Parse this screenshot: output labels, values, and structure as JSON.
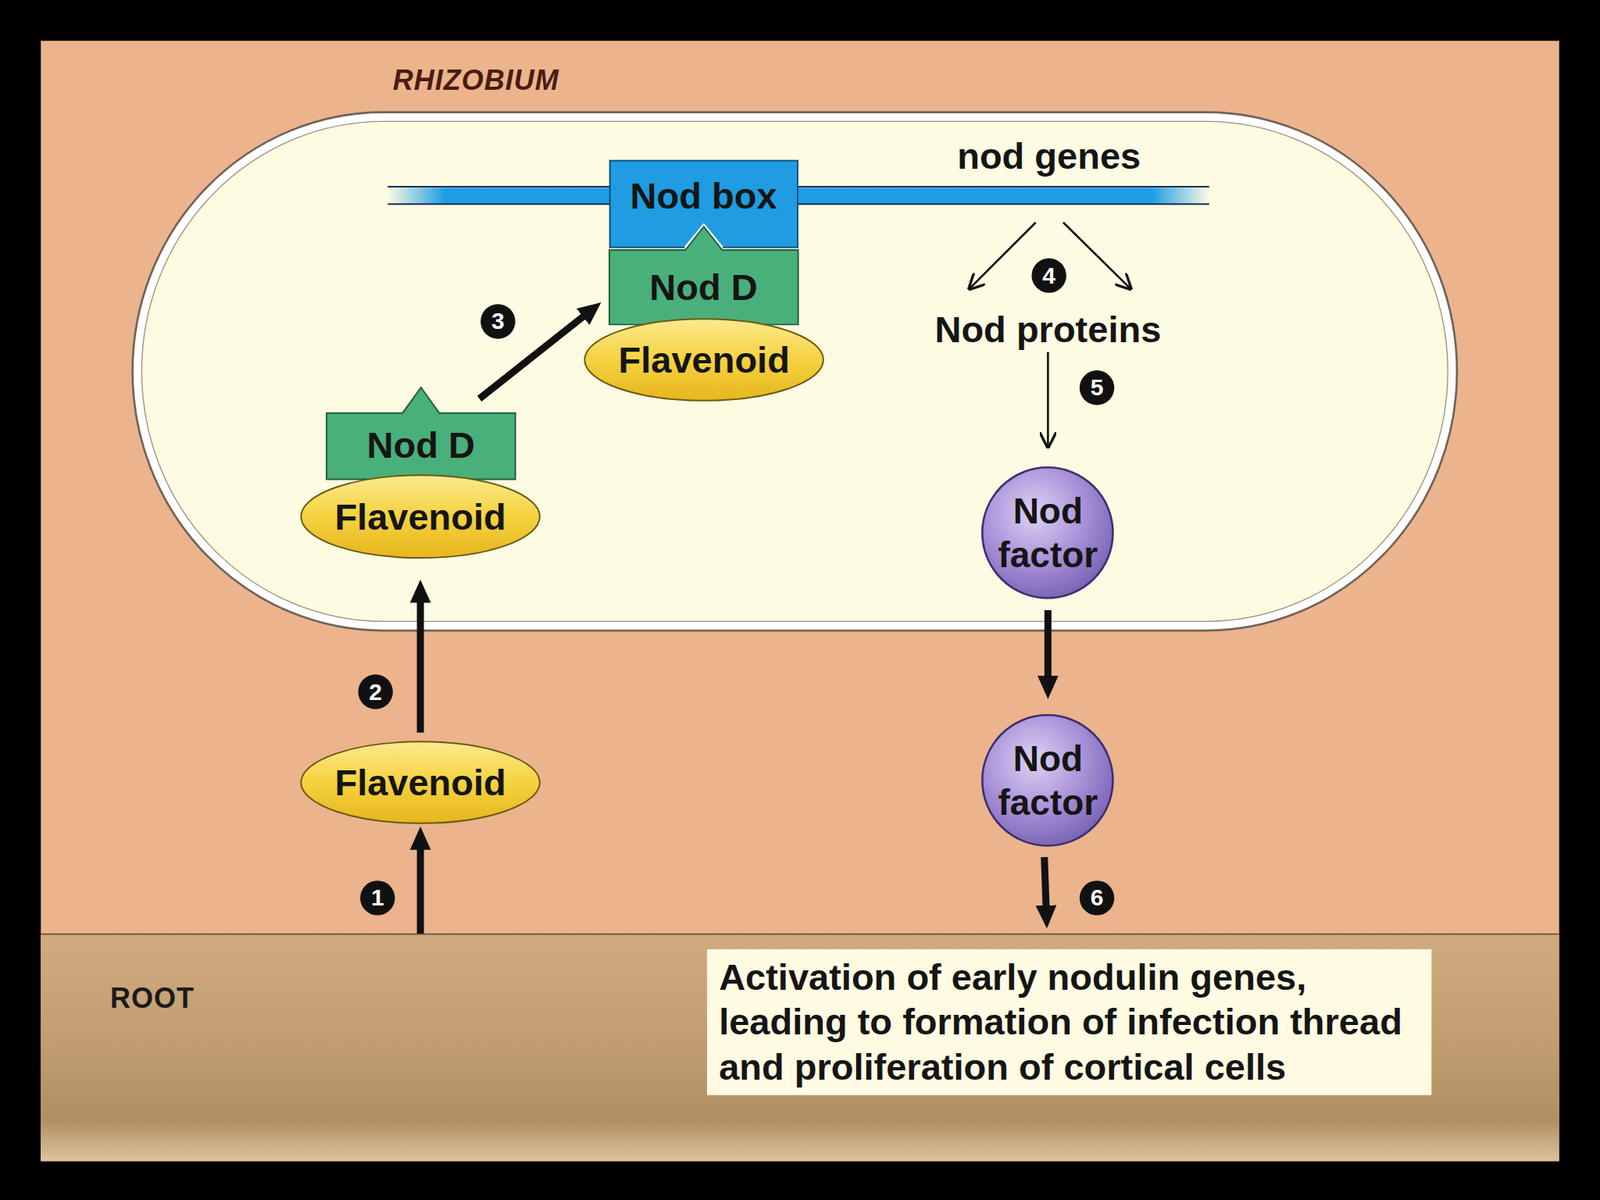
{
  "diagram": {
    "nodes": [
      {
        "text": [
          "RHIZOBIUM"
        ]
      },
      {
        "text": [
          "Nod box"
        ],
        "in": 0
      },
      {
        "text": [
          "Nod D"
        ],
        "in": 0
      },
      {
        "text": [
          "Flavenoid"
        ],
        "in": 0
      },
      {
        "text": [
          "Nod D"
        ],
        "in": 0
      },
      {
        "text": [
          "Flavenoid"
        ],
        "in": 0
      },
      {
        "text": [
          "Nod factor"
        ],
        "in": 0
      },
      {
        "text": [
          "Flavenoid"
        ]
      },
      {
        "text": [
          "Nod factor"
        ]
      },
      {
        "text": [
          "ROOT"
        ]
      },
      {
        "text": [
          "Activation of early nodulin genes, leading to formation of infection thread and proliferation of cortical cells"
        ],
        "in": 9
      }
    ],
    "edges": [
      {
        "from": 9,
        "to": 7,
        "arrow": "to"
      },
      {
        "from": 7,
        "to": 5,
        "arrow": "to"
      },
      {
        "from": 4,
        "to": 2,
        "arrow": "to"
      },
      {
        "from": 6,
        "to": 8,
        "arrow": "to"
      },
      {
        "from": 8,
        "to": 10,
        "arrow": "to"
      }
    ],
    "labels": [
      "nod genes",
      "Nod proteins",
      "1",
      "2",
      "3",
      "4",
      "5",
      "6"
    ]
  }
}
